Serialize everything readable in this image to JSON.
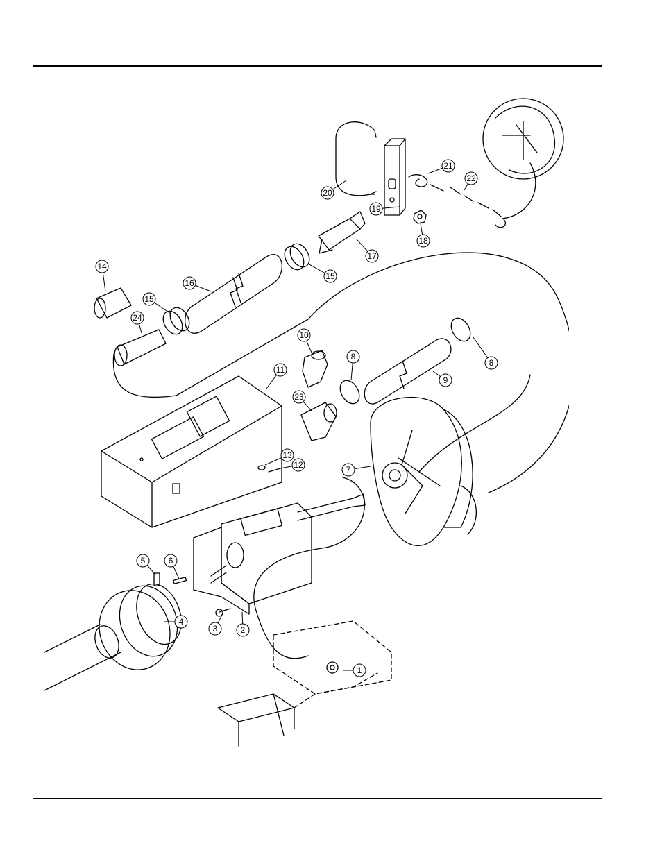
{
  "header": {
    "links": [
      {
        "text": ""
      },
      {
        "text": ""
      }
    ]
  },
  "diagram": {
    "callouts": [
      "1",
      "2",
      "3",
      "4",
      "5",
      "6",
      "7",
      "8",
      "8",
      "9",
      "10",
      "11",
      "12",
      "13",
      "14",
      "15",
      "15",
      "16",
      "17",
      "18",
      "19",
      "20",
      "21",
      "22",
      "23",
      "24"
    ]
  }
}
